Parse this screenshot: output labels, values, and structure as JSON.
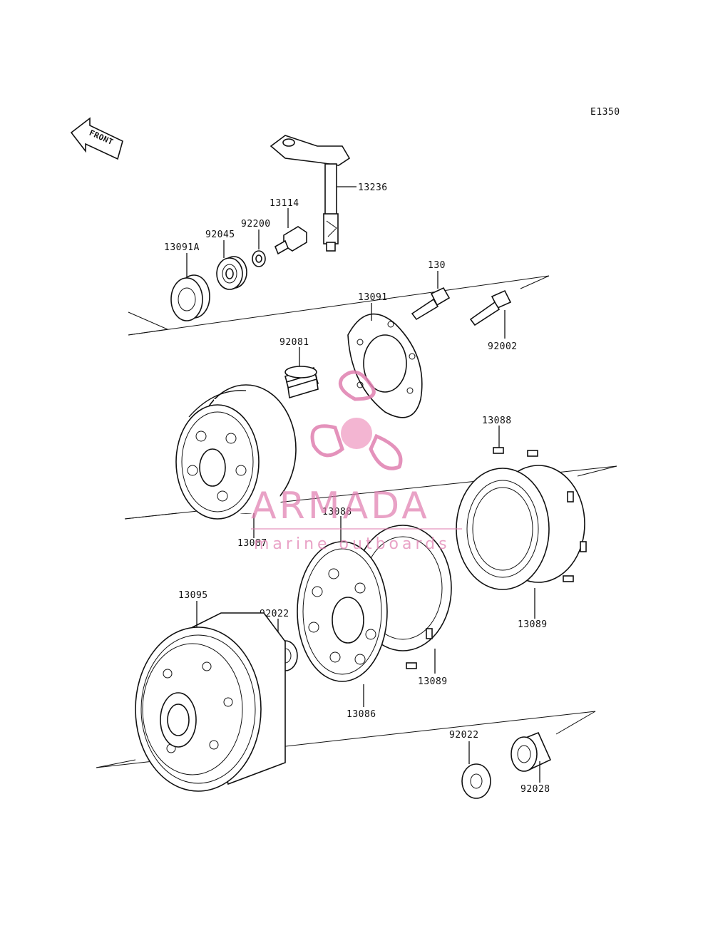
{
  "diagram": {
    "code": "E1350",
    "front_label": "FRONT",
    "parts": [
      {
        "id": "p13236",
        "label": "13236"
      },
      {
        "id": "p13114",
        "label": "13114"
      },
      {
        "id": "p92200",
        "label": "92200"
      },
      {
        "id": "p92045",
        "label": "92045"
      },
      {
        "id": "p13091A",
        "label": "13091A"
      },
      {
        "id": "p130",
        "label": "130"
      },
      {
        "id": "p13091",
        "label": "13091"
      },
      {
        "id": "p92002",
        "label": "92002"
      },
      {
        "id": "p92081",
        "label": "92081"
      },
      {
        "id": "p13088a",
        "label": "13088"
      },
      {
        "id": "p13087",
        "label": "13087"
      },
      {
        "id": "p13088b",
        "label": "13088"
      },
      {
        "id": "p13095",
        "label": "13095"
      },
      {
        "id": "p92022a",
        "label": "92022"
      },
      {
        "id": "p13089a",
        "label": "13089"
      },
      {
        "id": "p13089b",
        "label": "13089"
      },
      {
        "id": "p13086",
        "label": "13086"
      },
      {
        "id": "p92022b",
        "label": "92022"
      },
      {
        "id": "p92028",
        "label": "92028"
      }
    ]
  },
  "watermark": {
    "brand": "ARMADA",
    "tagline": "marine outboards",
    "color": "#e07fb0"
  }
}
